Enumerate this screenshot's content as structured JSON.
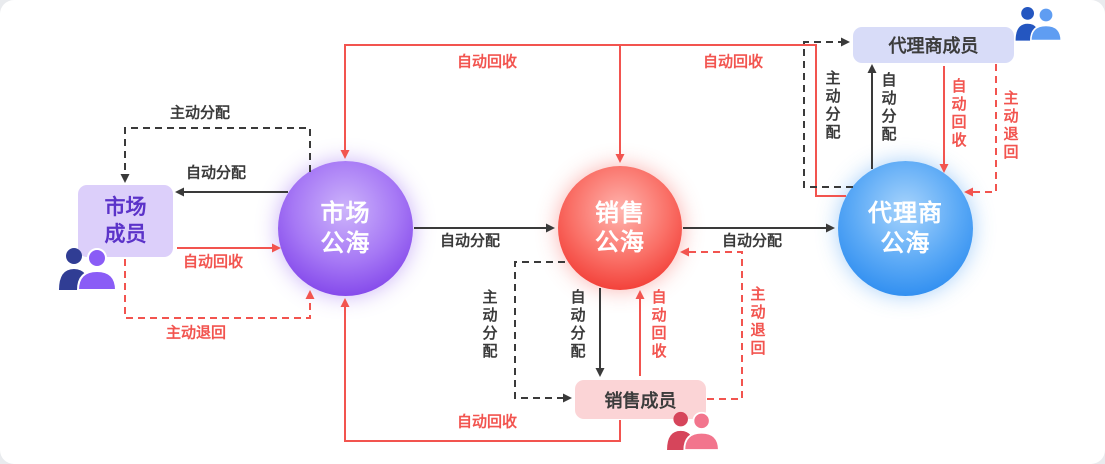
{
  "colors": {
    "page_bg": "#e9ebee",
    "canvas_bg": "#ffffff",
    "black_arrow": "#3a3a3a",
    "red_arrow": "#f2544f",
    "market_pool": "#8a55ee",
    "sales_pool": "#f4554e",
    "agent_pool": "#3d97f2",
    "market_member_bg": "#dccffa",
    "market_member_text": "#5b33c9",
    "sales_member_bg": "#fbd4d6",
    "agent_member_bg": "#d8dcf8",
    "member_text": "#3c3c3c"
  },
  "pools": {
    "market": {
      "line1": "市场",
      "line2": "公海"
    },
    "sales": {
      "line1": "销售",
      "line2": "公海"
    },
    "agent": {
      "line1": "代理商",
      "line2": "公海"
    }
  },
  "members": {
    "market": {
      "line1": "市场",
      "line2": "成员"
    },
    "sales": {
      "label": "销售成员"
    },
    "agent": {
      "label": "代理商成员"
    }
  },
  "arrow_labels": {
    "manual_assign": "主动分配",
    "auto_assign": "自动分配",
    "auto_recycle": "自动回收",
    "manual_return": "主动退回"
  },
  "icons": {
    "market_members": "two-business-people-icon",
    "sales_members": "two-business-people-icon",
    "agent_members": "two-business-people-icon"
  }
}
